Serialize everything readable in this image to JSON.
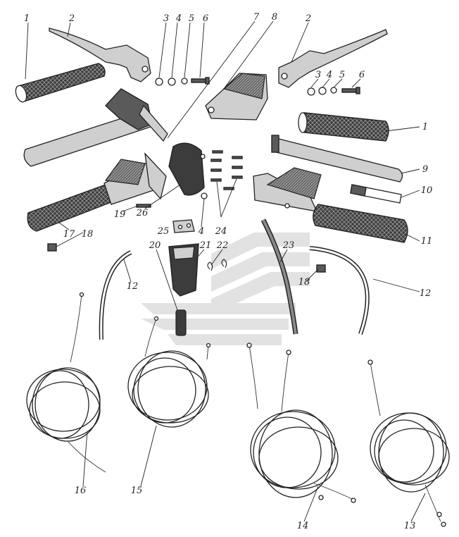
{
  "diagram": {
    "callouts": [
      {
        "id": "c1a",
        "label": "1"
      },
      {
        "id": "c2a",
        "label": "2"
      },
      {
        "id": "c3a",
        "label": "3"
      },
      {
        "id": "c4a",
        "label": "4"
      },
      {
        "id": "c5a",
        "label": "5"
      },
      {
        "id": "c6a",
        "label": "6"
      },
      {
        "id": "c7",
        "label": "7"
      },
      {
        "id": "c8",
        "label": "8"
      },
      {
        "id": "c2b",
        "label": "2"
      },
      {
        "id": "c3b",
        "label": "3"
      },
      {
        "id": "c4b",
        "label": "4"
      },
      {
        "id": "c5b",
        "label": "5"
      },
      {
        "id": "c6b",
        "label": "6"
      },
      {
        "id": "c1b",
        "label": "1"
      },
      {
        "id": "c9",
        "label": "9"
      },
      {
        "id": "c10",
        "label": "10"
      },
      {
        "id": "c11",
        "label": "11"
      },
      {
        "id": "c17",
        "label": "17"
      },
      {
        "id": "c18a",
        "label": "18"
      },
      {
        "id": "c19",
        "label": "19"
      },
      {
        "id": "c26",
        "label": "26"
      },
      {
        "id": "c25",
        "label": "25"
      },
      {
        "id": "c4c",
        "label": "4"
      },
      {
        "id": "c24",
        "label": "24"
      },
      {
        "id": "c20",
        "label": "20"
      },
      {
        "id": "c21",
        "label": "21"
      },
      {
        "id": "c22",
        "label": "22"
      },
      {
        "id": "c23",
        "label": "23"
      },
      {
        "id": "c18b",
        "label": "18"
      },
      {
        "id": "c12a",
        "label": "12"
      },
      {
        "id": "c12b",
        "label": "12"
      },
      {
        "id": "c16",
        "label": "16"
      },
      {
        "id": "c15",
        "label": "15"
      },
      {
        "id": "c14",
        "label": "14"
      },
      {
        "id": "c13",
        "label": "13"
      }
    ]
  }
}
